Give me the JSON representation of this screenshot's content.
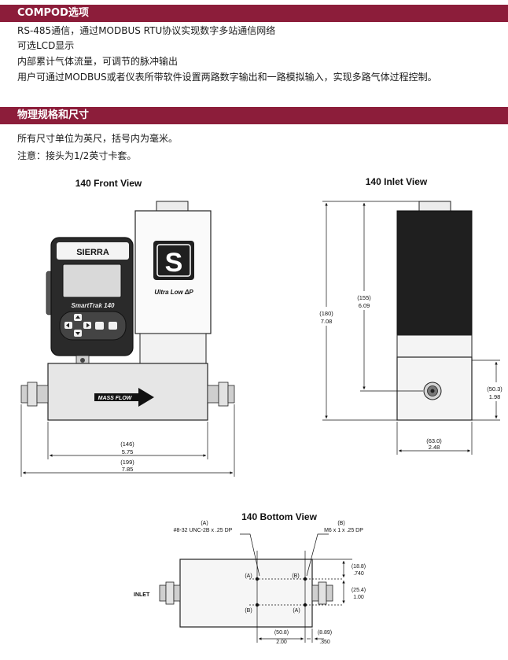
{
  "sections": [
    {
      "title": "COMPOD选项",
      "lines": [
        "RS-485通信，通过MODBUS RTU协议实现数字多站通信网络",
        "可选LCD显示",
        "内部累计气体流量，可调节的脉冲输出",
        "用户可通过MODBUS或者仪表所带软件设置两路数字输出和一路模拟输入，实现多路气体过程控制。"
      ]
    },
    {
      "title": "物理规格和尺寸",
      "lines": [
        "所有尺寸单位为英尺，括号内为毫米。",
        "注意：接头为1/2英寸卡套。"
      ]
    }
  ],
  "front_view": {
    "title": "140 Front View",
    "brand": "SIERRA",
    "model": "SmartTrak 140",
    "logo_letter": "S",
    "logo_caption": "Ultra Low ΔP",
    "flow_label": "MASS FLOW",
    "dim_body": {
      "mm": "(146)",
      "in": "5.75"
    },
    "dim_total": {
      "mm": "(199)",
      "in": "7.85"
    }
  },
  "inlet_view": {
    "title": "140 Inlet View",
    "dim_height": {
      "mm": "(180)",
      "in": "7.08"
    },
    "dim_center": {
      "mm": "(155)",
      "in": "6.09"
    },
    "dim_base": {
      "mm": "(50.3)",
      "in": "1.98"
    },
    "dim_width": {
      "mm": "(63.0)",
      "in": "2.48"
    }
  },
  "bottom_view": {
    "title": "140 Bottom View",
    "callout_a": {
      "tag": "(A)",
      "spec": "#8-32 UNC-2B x .25 DP"
    },
    "callout_b": {
      "tag": "(B)",
      "spec": "M6 x 1 x .25 DP"
    },
    "holes": {
      "a": "(A)",
      "b": "(B)"
    },
    "inlet_label": "INLET",
    "dim_top": {
      "mm": "(18.8)",
      "in": ".740"
    },
    "dim_side": {
      "mm": "(25.4)",
      "in": "1.00"
    },
    "dim_span": {
      "mm": "(50.8)",
      "in": "2.00"
    },
    "dim_edge": {
      "mm": "(8.89)",
      "in": ".350"
    }
  },
  "colors": {
    "section_bar": "#8c1d3a",
    "device_dark": "#1f1f1f",
    "body_grey": "#e6e6e6"
  }
}
